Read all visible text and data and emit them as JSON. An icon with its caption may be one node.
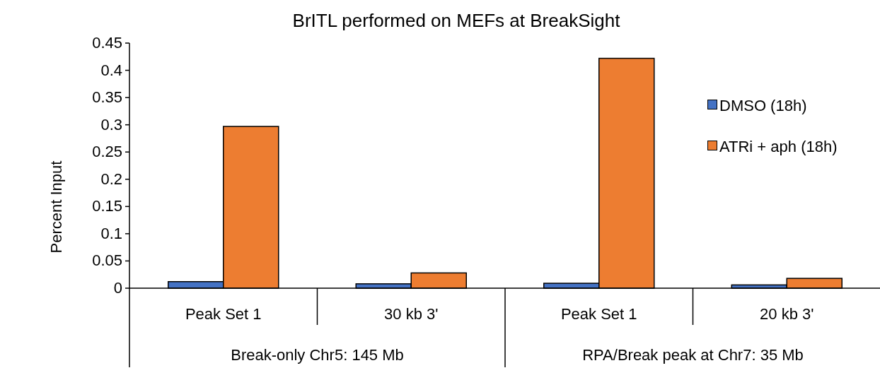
{
  "diagram": {
    "labels": [
      "Break-only Chr5: 145 Mb",
      "RPA/Break peak at Chr7: 35 Mb"
    ],
    "chart_data": {
      "type": "bar",
      "title": "BrITL performed on MEFs at BreakSight",
      "ylabel": "Percent Input",
      "categories": [
        "Peak Set 1",
        "30 kb 3'",
        "Peak Set 1",
        "20 kb 3'"
      ],
      "legend": "right",
      "ylim": [
        0,
        0.45
      ],
      "yticks": [
        0,
        0.05,
        0.1,
        0.15,
        0.2,
        0.25,
        0.3,
        0.35,
        0.4,
        0.45
      ],
      "series": [
        {
          "name": "DMSO (18h)",
          "color": "#4472c4",
          "values": [
            0.012,
            0.008,
            0.009,
            0.006
          ]
        },
        {
          "name": "ATRi + aph (18h)",
          "color": "#ed7d31",
          "values": [
            0.297,
            0.028,
            0.422,
            0.018
          ]
        }
      ]
    }
  }
}
